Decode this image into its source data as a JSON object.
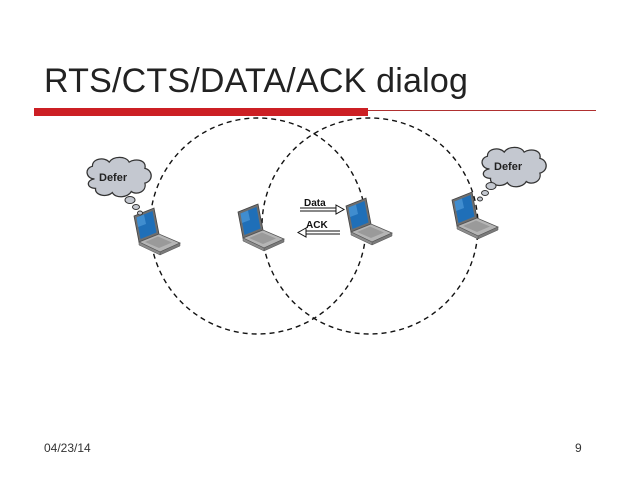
{
  "slide": {
    "title": "RTS/CTS/DATA/ACK dialog",
    "accent_color": "#cc1f24"
  },
  "diagram": {
    "left_cloud_label": "Defer",
    "right_cloud_label": "Defer",
    "data_arrow_label": "Data",
    "ack_arrow_label": "ACK",
    "laptop_icon": "laptop-icon",
    "cloud_icon": "thought-cloud-icon"
  },
  "footer": {
    "date": "04/23/14",
    "page_number": "9"
  }
}
